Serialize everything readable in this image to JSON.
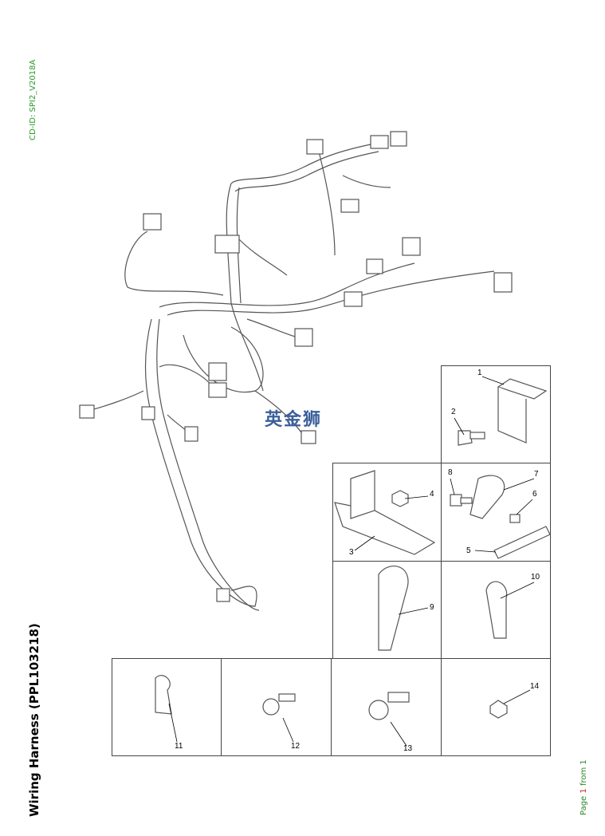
{
  "cd_id": "CD-ID: SPI2_V2018A",
  "title": "Wiring Harness (PPL103218)",
  "page": {
    "prefix": "Page ",
    "current": "1",
    "suffix": " from 1"
  },
  "watermark": "英金狮",
  "callouts": [
    "1",
    "2",
    "3",
    "4",
    "5",
    "6",
    "7",
    "8",
    "9",
    "10",
    "11",
    "12",
    "13",
    "14"
  ]
}
